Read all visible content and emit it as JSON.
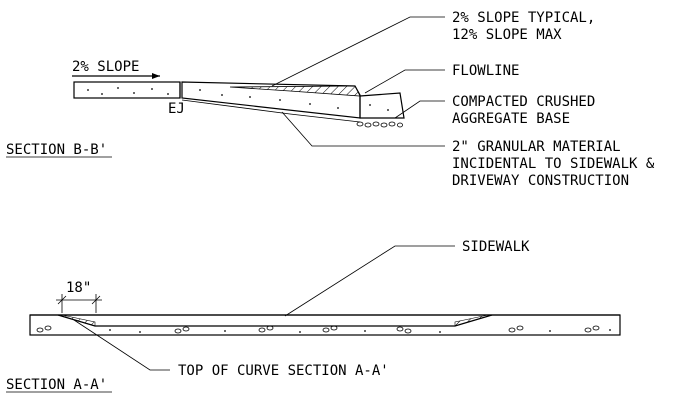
{
  "section_bb": {
    "title": "SECTION B-B'",
    "slope_left": "2% SLOPE",
    "ej": "EJ",
    "note_slope_line1": "2% SLOPE TYPICAL,",
    "note_slope_line2": "12% SLOPE MAX",
    "note_flowline": "FLOWLINE",
    "note_base_line1": "COMPACTED CRUSHED",
    "note_base_line2": "AGGREGATE BASE",
    "note_granular_line1": "2\" GRANULAR MATERIAL",
    "note_granular_line2": "INCIDENTAL TO SIDEWALK &",
    "note_granular_line3": "DRIVEWAY CONSTRUCTION"
  },
  "section_aa": {
    "title": "SECTION A-A'",
    "dim_18": "18\"",
    "note_sidewalk": "SIDEWALK",
    "note_top_curve": "TOP OF CURVE SECTION A-A'"
  }
}
